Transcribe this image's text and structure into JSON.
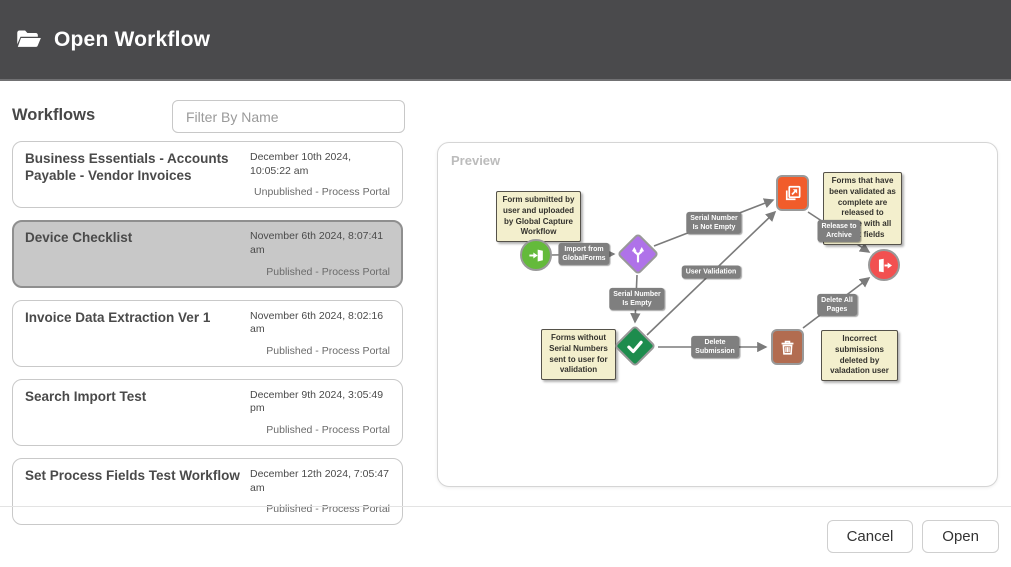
{
  "header": {
    "title": "Open Workflow",
    "icon": "folder-open-icon"
  },
  "left": {
    "heading": "Workflows",
    "filter_placeholder": "Filter By Name",
    "workflows": [
      {
        "name": "Business Essentials - Accounts Payable - Vendor Invoices",
        "date": "December 10th 2024, 10:05:22 am",
        "status": "Unpublished - Process Portal",
        "selected": false
      },
      {
        "name": "Device Checklist",
        "date": "November 6th 2024, 8:07:41 am",
        "status": "Published - Process Portal",
        "selected": true
      },
      {
        "name": "Invoice Data Extraction Ver 1",
        "date": "November 6th 2024, 8:02:16 am",
        "status": "Published - Process Portal",
        "selected": false
      },
      {
        "name": "Search Import Test",
        "date": "December 9th 2024, 3:05:49 pm",
        "status": "Published - Process Portal",
        "selected": false
      },
      {
        "name": "Set Process Fields Test Workflow",
        "date": "December 12th 2024, 7:05:47 am",
        "status": "Published - Process Portal",
        "selected": false
      }
    ]
  },
  "preview": {
    "label": "Preview",
    "notes": [
      "Form submitted by user and uploaded by Global Capture Workflow",
      "Forms that have been validated as complete are released to archive with all index fields",
      "Forms without Serial Numbers sent to user for validation",
      "Incorrect submissions deleted by valadation user"
    ],
    "edges": [
      {
        "label": "Import from\nGlobalForms"
      },
      {
        "label": "Serial Number\nIs Not Empty"
      },
      {
        "label": "Serial Number\nIs Empty"
      },
      {
        "label": "User Validation"
      },
      {
        "label": "Release to\nArchive"
      },
      {
        "label": "Delete\nSubmission"
      },
      {
        "label": "Delete All\nPages"
      }
    ],
    "nodes": [
      {
        "name": "import-node",
        "icon": "door-enter-icon",
        "color": "#64ba3b"
      },
      {
        "name": "branch-node",
        "icon": "branch-split-icon",
        "color": "#af72e9"
      },
      {
        "name": "validation-node",
        "icon": "checkmark-icon",
        "color": "#1d8c4d"
      },
      {
        "name": "archive-export-node",
        "icon": "export-arrow-icon",
        "color": "#f15c2b"
      },
      {
        "name": "delete-node",
        "icon": "trash-icon",
        "color": "#b26c50"
      },
      {
        "name": "end-node",
        "icon": "door-exit-icon",
        "color": "#f25050"
      }
    ]
  },
  "footer": {
    "cancel_label": "Cancel",
    "open_label": "Open"
  },
  "colors": {
    "header_bg": "#4a4a4c",
    "selected_card_bg": "#c8c8c8",
    "note_bg": "#f3efcd",
    "edge_label_bg": "#7f7f7f",
    "connector": "#7b7b7b"
  }
}
